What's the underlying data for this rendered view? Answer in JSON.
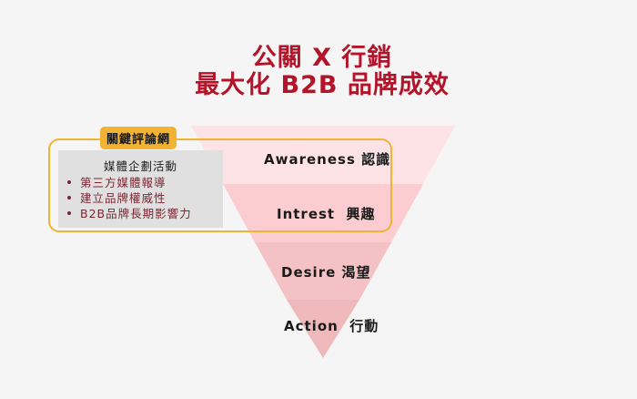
{
  "title": {
    "line1": "公關 X 行銷",
    "line2": "最大化 B2B 品牌成效",
    "color": "#b3142a"
  },
  "keyword_network": {
    "tag_label": "關鍵評論網",
    "panel_heading": "媒體企劃活動",
    "items": [
      "第三方媒體報導",
      "建立品牌權威性",
      "B2B品牌長期影響力"
    ],
    "accent": "#f2b233"
  },
  "funnel": {
    "stages": [
      {
        "label": "Awareness 認識",
        "color": "#fde3e5"
      },
      {
        "label": "Intrest  興趣",
        "color": "#fbcdd0"
      },
      {
        "label": "Desire 渴望",
        "color": "#f4c2c4"
      },
      {
        "label": "Action  行動",
        "color": "#efb9bb"
      }
    ]
  }
}
